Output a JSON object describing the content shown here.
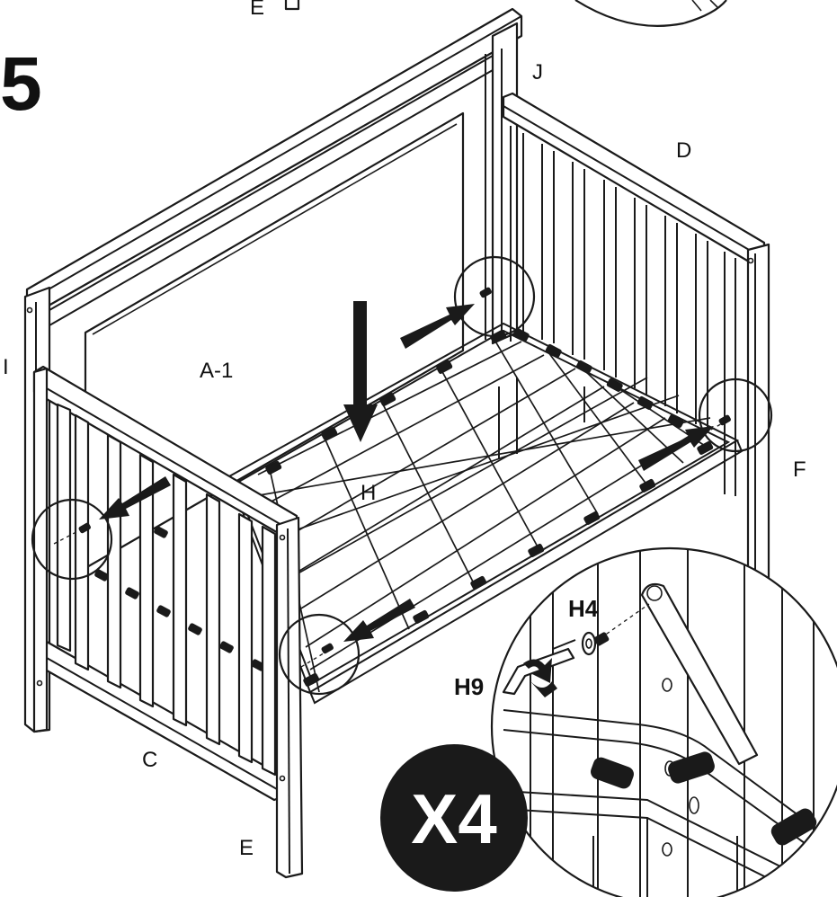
{
  "step": {
    "number": "5"
  },
  "parts": {
    "top_e": "E",
    "j": "J",
    "d": "D",
    "i": "I",
    "a1": "A-1",
    "h": "H",
    "f": "F",
    "c": "C",
    "bottom_e": "E"
  },
  "detail": {
    "h4": "H4",
    "h9": "H9",
    "quantity": "X4"
  },
  "colors": {
    "ink": "#1a1a1a",
    "paper": "#ffffff"
  }
}
